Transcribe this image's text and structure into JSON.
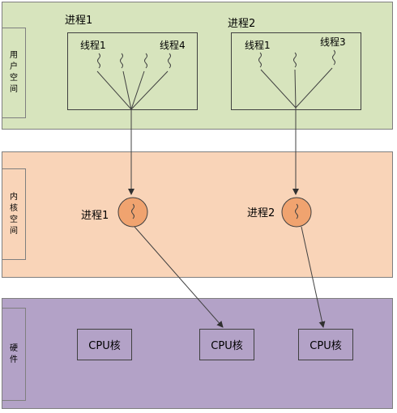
{
  "user_space": {
    "side_label": "用户空间",
    "process_1": {
      "title": "进程1",
      "thread_left": "线程1",
      "thread_right": "线程4"
    },
    "process_2": {
      "title": "进程2",
      "thread_left": "线程1",
      "thread_right": "线程3"
    }
  },
  "kernel_space": {
    "side_label": "内核空间",
    "process_1": "进程1",
    "process_2": "进程2"
  },
  "hardware": {
    "side_label": "硬件",
    "cores": [
      "CPU核",
      "CPU核",
      "CPU核"
    ]
  },
  "colors": {
    "user_band": "#d7e4bd",
    "kernel_band": "#f9d4b8",
    "hardware_band": "#b3a2c7",
    "kernel_thread_circle": "#f0a36f"
  }
}
